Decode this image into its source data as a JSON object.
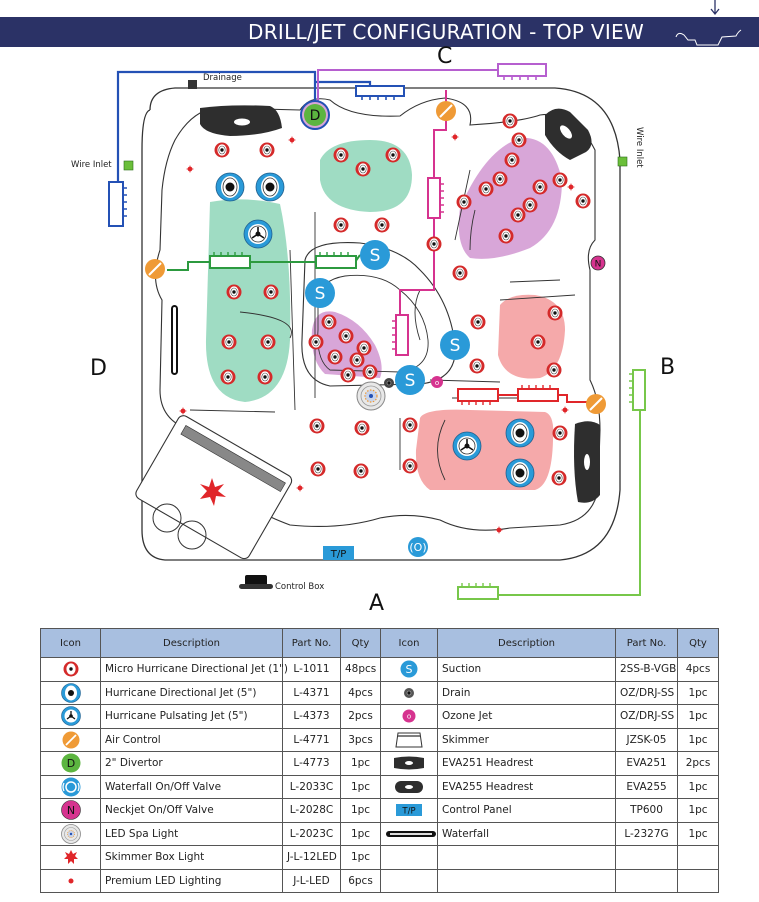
{
  "banner": {
    "title": "DRILL/JET CONFIGURATION - TOP VIEW",
    "background": "#2b3266"
  },
  "diagram": {
    "side_labels": {
      "top": "C",
      "right": "B",
      "bottom": "A",
      "left": "D"
    },
    "labels": {
      "drainage": "Drainage",
      "wire_inlet_left": "Wire Inlet",
      "wire_inlet_right": "Wire Inlet",
      "control_box": "Control Box",
      "control_panel_badge": "T/P",
      "suction_badge": "S",
      "divertor_badge": "D",
      "neckjet_badge": "N",
      "ozone_badge": "o"
    },
    "colors": {
      "micro_jet": "#d42a2a",
      "hurricane_jet": "#2a9ad8",
      "air_control": "#ef9a36",
      "divertor": "#5cb540",
      "neckjet": "#d6338f",
      "suction": "#2a9ad8",
      "zone_green": "#9fdcc3",
      "zone_purple": "#d8a6d8",
      "zone_pink": "#f5a9aa",
      "line_blue": "#2451b5",
      "line_purple": "#b65fcf",
      "line_magenta": "#d6338f",
      "line_green_left": "#2c9a3f",
      "line_green_right": "#77c74a",
      "line_red": "#e0262a",
      "led": "#e0262a"
    }
  },
  "table": {
    "headers": [
      "Icon",
      "Description",
      "Part No.",
      "Qty",
      "Icon",
      "Description",
      "Part No.",
      "Qty"
    ],
    "left_rows": [
      {
        "icon": "micro-hurricane-jet-icon",
        "description": "Micro Hurricane Directional Jet (1\")",
        "part_no": "L-1011",
        "qty": "48pcs"
      },
      {
        "icon": "hurricane-directional-jet-icon",
        "description": "Hurricane Directional Jet (5\")",
        "part_no": "L-4371",
        "qty": "4pcs"
      },
      {
        "icon": "hurricane-pulsating-jet-icon",
        "description": "Hurricane Pulsating Jet (5\")",
        "part_no": "L-4373",
        "qty": "2pcs"
      },
      {
        "icon": "air-control-icon",
        "description": "Air Control",
        "part_no": "L-4771",
        "qty": "3pcs"
      },
      {
        "icon": "divertor-icon",
        "description": "2\" Divertor",
        "part_no": "L-4773",
        "qty": "1pc"
      },
      {
        "icon": "waterfall-valve-icon",
        "description": "Waterfall On/Off Valve",
        "part_no": "L-2033C",
        "qty": "1pc"
      },
      {
        "icon": "neckjet-valve-icon",
        "description": "Neckjet On/Off Valve",
        "part_no": "L-2028C",
        "qty": "1pc"
      },
      {
        "icon": "led-spa-light-icon",
        "description": "LED Spa Light",
        "part_no": "L-2023C",
        "qty": "1pc"
      },
      {
        "icon": "skimmer-box-light-icon",
        "description": "Skimmer Box Light",
        "part_no": "J-L-12LED",
        "qty": "1pc"
      },
      {
        "icon": "premium-led-icon",
        "description": "Premium LED Lighting",
        "part_no": "J-L-LED",
        "qty": "6pcs"
      }
    ],
    "right_rows": [
      {
        "icon": "suction-icon",
        "description": "Suction",
        "part_no": "2SS-B-VGB",
        "qty": "4pcs"
      },
      {
        "icon": "drain-icon",
        "description": "Drain",
        "part_no": "OZ/DRJ-SS",
        "qty": "1pc"
      },
      {
        "icon": "ozone-jet-icon",
        "description": "Ozone Jet",
        "part_no": "OZ/DRJ-SS",
        "qty": "1pc"
      },
      {
        "icon": "skimmer-icon",
        "description": "Skimmer",
        "part_no": "JZSK-05",
        "qty": "1pc"
      },
      {
        "icon": "eva251-headrest-icon",
        "description": "EVA251 Headrest",
        "part_no": "EVA251",
        "qty": "2pcs"
      },
      {
        "icon": "eva255-headrest-icon",
        "description": "EVA255 Headrest",
        "part_no": "EVA255",
        "qty": "1pc"
      },
      {
        "icon": "control-panel-icon",
        "description": "Control Panel",
        "part_no": "TP600",
        "qty": "1pc"
      },
      {
        "icon": "waterfall-icon",
        "description": "Waterfall",
        "part_no": "L-2327G",
        "qty": "1pc"
      },
      {
        "icon": "",
        "description": "",
        "part_no": "",
        "qty": ""
      },
      {
        "icon": "",
        "description": "",
        "part_no": "",
        "qty": ""
      }
    ],
    "icon_badges": {
      "suction": "S",
      "divertor": "D",
      "neckjet": "N",
      "ozone": "o",
      "control_panel": "T/P"
    }
  }
}
